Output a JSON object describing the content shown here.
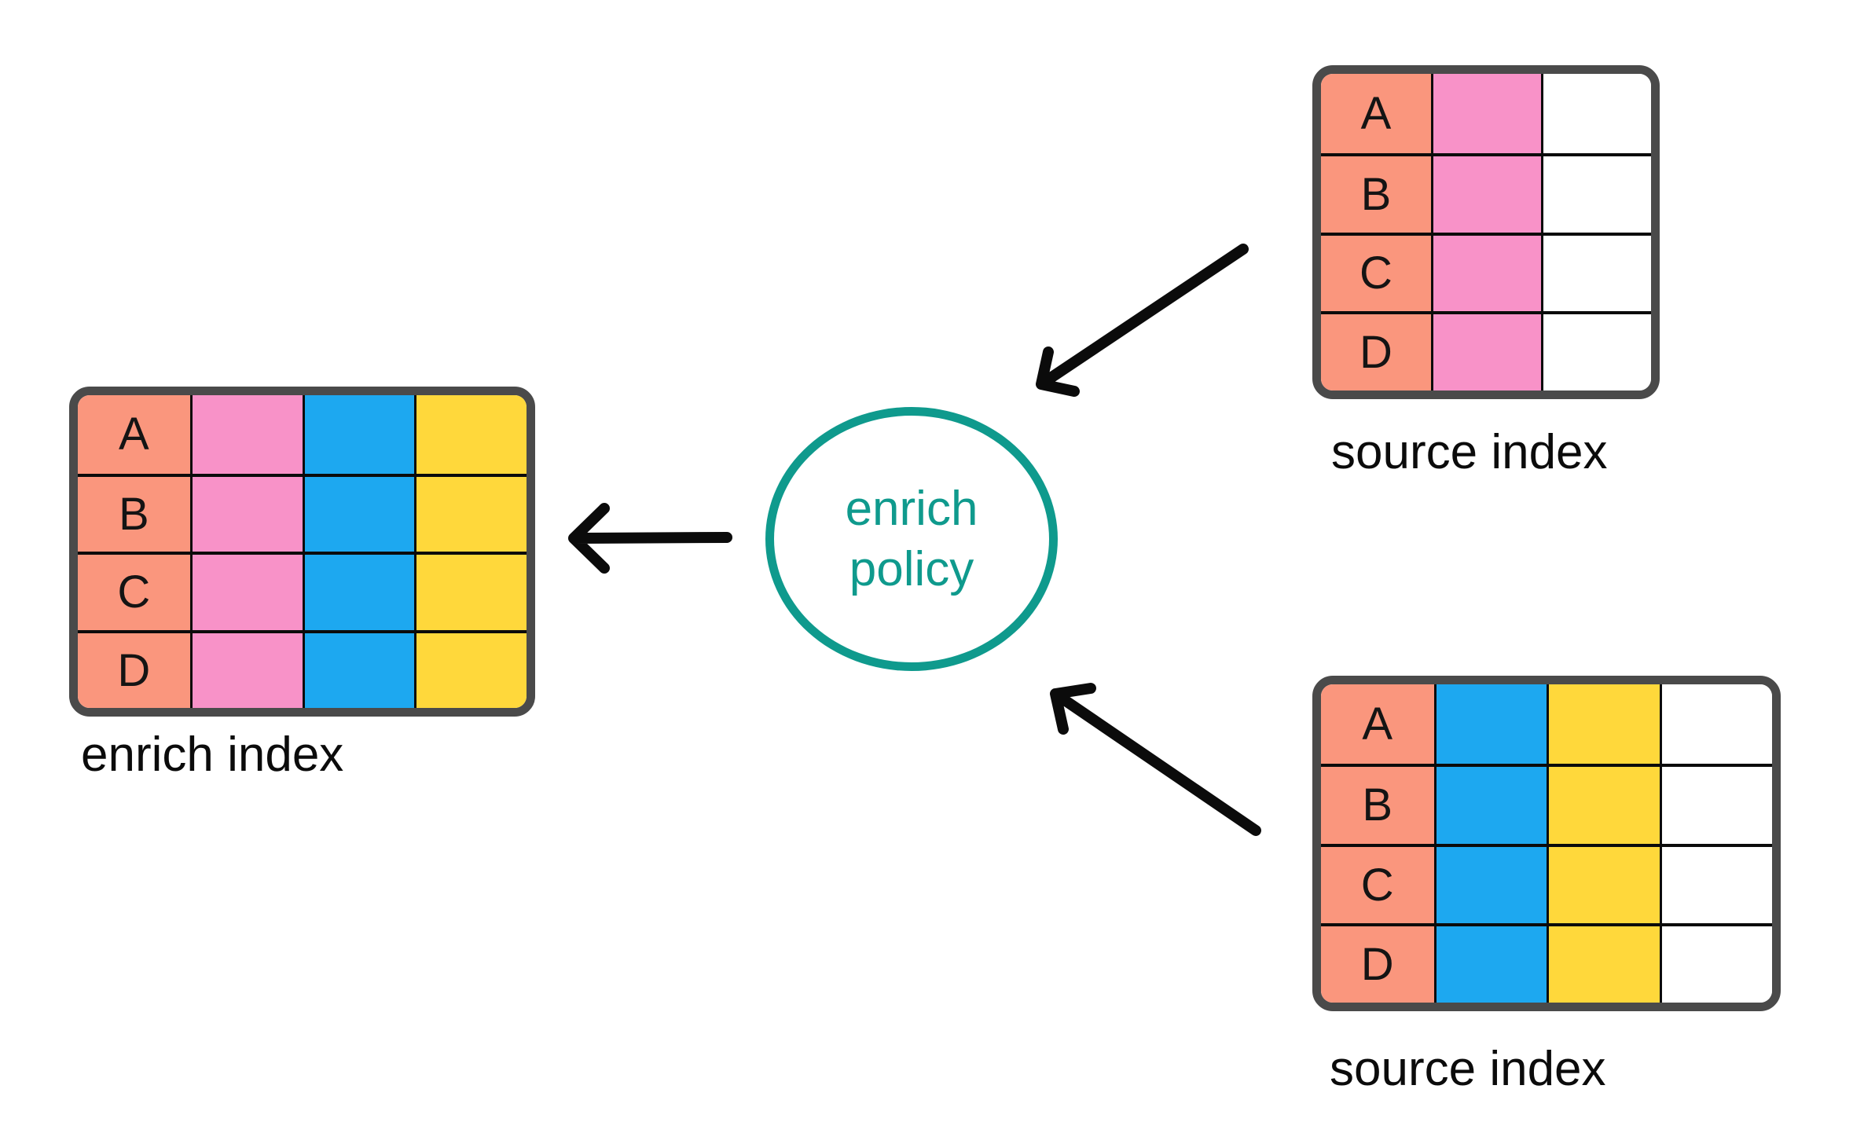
{
  "diagram": {
    "colors": {
      "salmon": "#FA967D",
      "pink": "#F892C8",
      "blue": "#1DA8F0",
      "yellow": "#FFD83B",
      "white": "#FFFFFF",
      "teal": "#0F9A8D",
      "table_border": "#4A4A4A",
      "line_black": "#0B0B0B"
    },
    "policy_node": {
      "label_line1": "enrich",
      "label_line2": "policy"
    },
    "tables": {
      "enrich_index": {
        "label": "enrich index",
        "row_keys": [
          "A",
          "B",
          "C",
          "D"
        ],
        "columns": [
          "salmon",
          "pink",
          "blue",
          "yellow"
        ]
      },
      "source_index_top": {
        "label": "source index",
        "row_keys": [
          "A",
          "B",
          "C",
          "D"
        ],
        "columns": [
          "salmon",
          "pink",
          "white"
        ]
      },
      "source_index_bottom": {
        "label": "source index",
        "row_keys": [
          "A",
          "B",
          "C",
          "D"
        ],
        "columns": [
          "salmon",
          "blue",
          "yellow",
          "white"
        ]
      }
    },
    "arrows": [
      {
        "from": "source_index_top",
        "to": "enrich_policy"
      },
      {
        "from": "source_index_bottom",
        "to": "enrich_policy"
      },
      {
        "from": "enrich_policy",
        "to": "enrich_index"
      }
    ]
  }
}
